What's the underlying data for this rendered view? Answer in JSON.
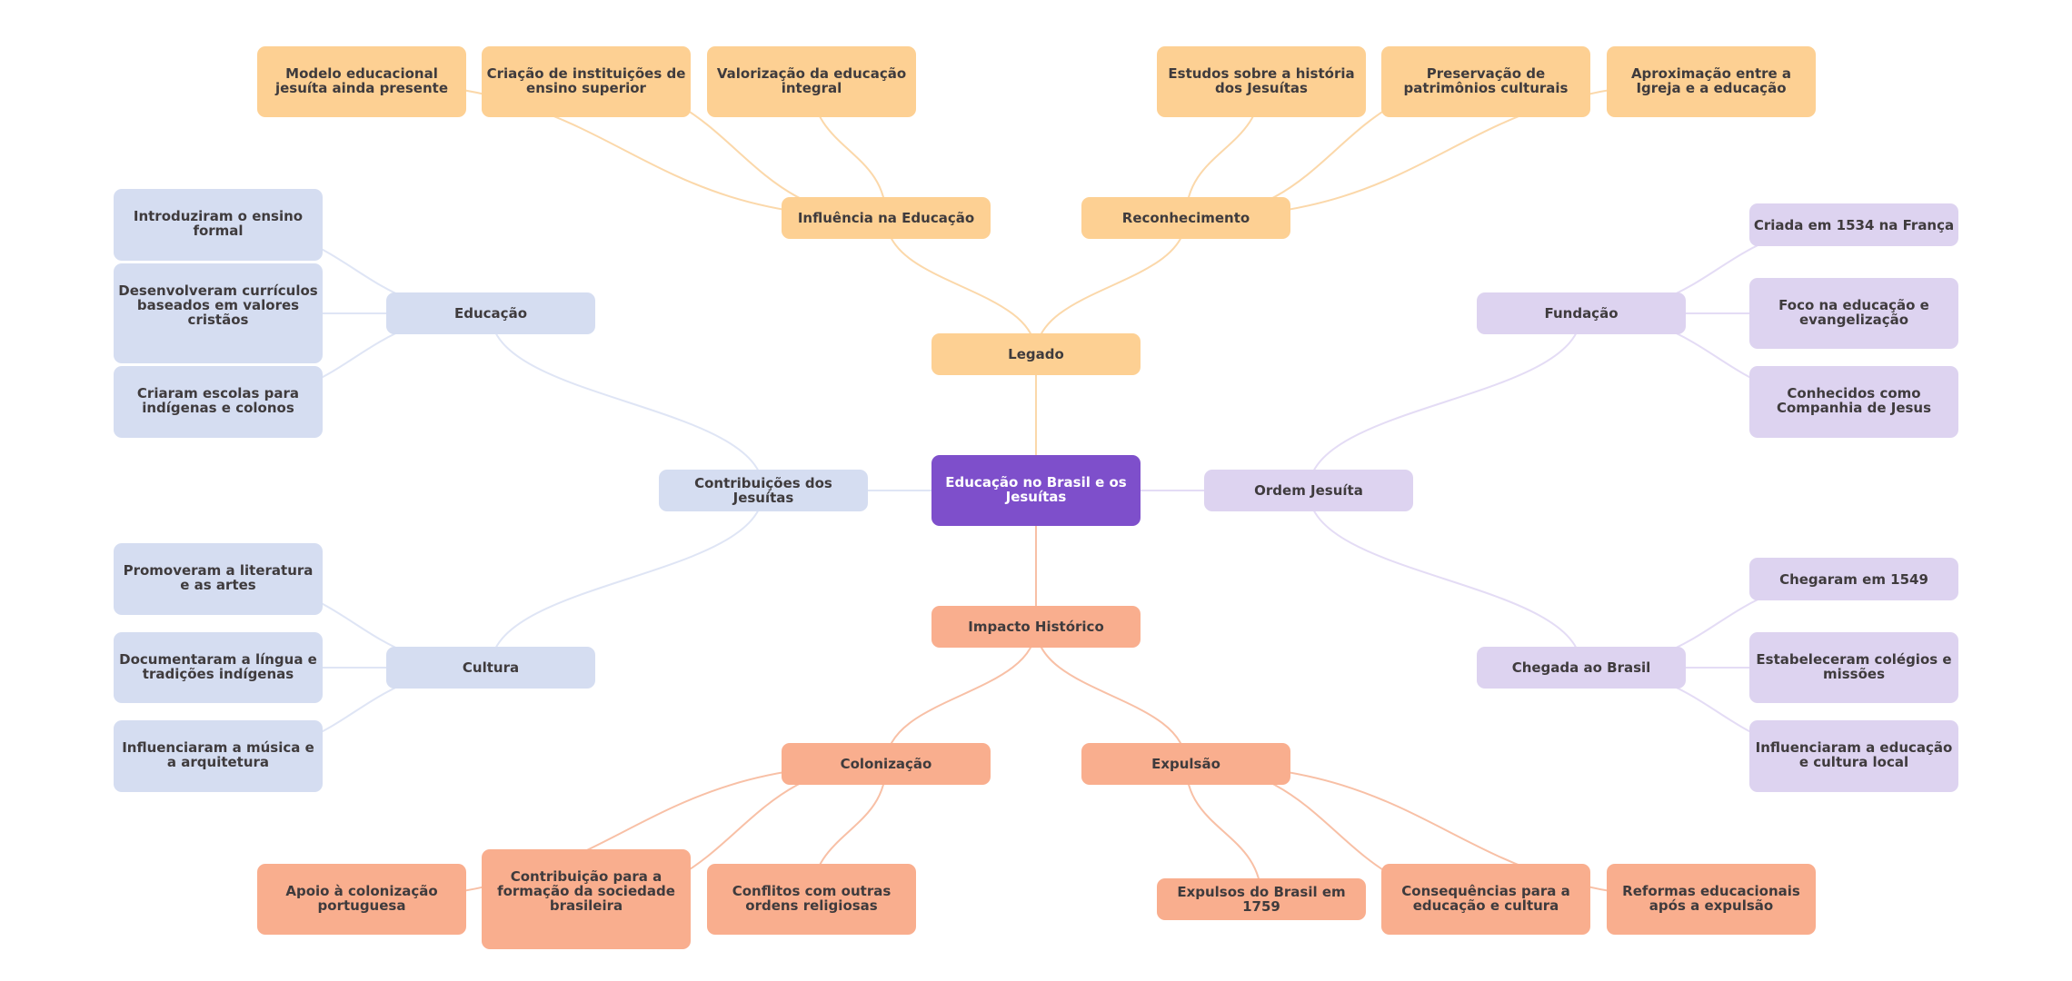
{
  "title": "Educação no Brasil e os Jesuítas",
  "colors": {
    "root": "#7e4fcb",
    "legado": "#fdd093",
    "impacto": "#f9ae8e",
    "contribuicoes": "#d5ddf1",
    "ordem": "#ddd3f0",
    "edge_legado": "#fbd8aa",
    "edge_impacto": "#f8c0a6",
    "edge_contribuicoes": "#dfe5f5",
    "edge_ordem": "#e4dcf5"
  },
  "nodes": {
    "root": "Educação no Brasil e os Jesuítas",
    "legado": "Legado",
    "influencia": "Influência na Educação",
    "modelo": "Modelo educacional jesuíta ainda presente",
    "criacao": "Criação de instituições de ensino superior",
    "valorizacao": "Valorização da educação integral",
    "reconhecimento": "Reconhecimento",
    "estudos": "Estudos sobre a história dos Jesuítas",
    "preservacao": "Preservação de patrimônios culturais",
    "aproximacao": "Aproximação entre a Igreja e a educação",
    "contribuicoes": "Contribuições dos Jesuítas",
    "educacao": "Educação",
    "introduziram": "Introduziram o ensino formal",
    "desenvolveram": "Desenvolveram currículos baseados em valores cristãos",
    "criaram": "Criaram escolas para indígenas e colonos",
    "cultura": "Cultura",
    "promoveram": "Promoveram a literatura e as artes",
    "documentaram": "Documentaram a língua e tradições indígenas",
    "influenciaram_musica": "Influenciaram a música e a arquitetura",
    "ordem": "Ordem Jesuíta",
    "fundacao": "Fundação",
    "criada": "Criada em 1534 na França",
    "foco": "Foco na educação e evangelização",
    "conhecidos": "Conhecidos como Companhia de Jesus",
    "chegada": "Chegada ao Brasil",
    "chegaram": "Chegaram em 1549",
    "estabeleceram": "Estabeleceram colégios e missões",
    "influenciaram_educacao": "Influenciaram a educação e cultura local",
    "impacto": "Impacto Histórico",
    "colonizacao": "Colonização",
    "apoio": "Apoio à colonização portuguesa",
    "contribuicao": "Contribuição para a formação da sociedade brasileira",
    "conflitos": "Conflitos com outras ordens religiosas",
    "expulsao": "Expulsão",
    "expulsos": "Expulsos do Brasil em 1759",
    "consequencias": "Consequências para a educação e cultura",
    "reformas": "Reformas educacionais após a expulsão"
  },
  "edges": [
    [
      "root",
      "legado",
      "legado"
    ],
    [
      "legado",
      "influencia",
      "legado"
    ],
    [
      "legado",
      "reconhecimento",
      "legado"
    ],
    [
      "influencia",
      "modelo",
      "legado"
    ],
    [
      "influencia",
      "criacao",
      "legado"
    ],
    [
      "influencia",
      "valorizacao",
      "legado"
    ],
    [
      "reconhecimento",
      "estudos",
      "legado"
    ],
    [
      "reconhecimento",
      "preservacao",
      "legado"
    ],
    [
      "reconhecimento",
      "aproximacao",
      "legado"
    ],
    [
      "root",
      "contribuicoes",
      "contribuicoes"
    ],
    [
      "contribuicoes",
      "educacao",
      "contribuicoes"
    ],
    [
      "contribuicoes",
      "cultura",
      "contribuicoes"
    ],
    [
      "educacao",
      "introduziram",
      "contribuicoes"
    ],
    [
      "educacao",
      "desenvolveram",
      "contribuicoes"
    ],
    [
      "educacao",
      "criaram",
      "contribuicoes"
    ],
    [
      "cultura",
      "promoveram",
      "contribuicoes"
    ],
    [
      "cultura",
      "documentaram",
      "contribuicoes"
    ],
    [
      "cultura",
      "influenciaram_musica",
      "contribuicoes"
    ],
    [
      "root",
      "ordem",
      "ordem"
    ],
    [
      "ordem",
      "fundacao",
      "ordem"
    ],
    [
      "ordem",
      "chegada",
      "ordem"
    ],
    [
      "fundacao",
      "criada",
      "ordem"
    ],
    [
      "fundacao",
      "foco",
      "ordem"
    ],
    [
      "fundacao",
      "conhecidos",
      "ordem"
    ],
    [
      "chegada",
      "chegaram",
      "ordem"
    ],
    [
      "chegada",
      "estabeleceram",
      "ordem"
    ],
    [
      "chegada",
      "influenciaram_educacao",
      "ordem"
    ],
    [
      "root",
      "impacto",
      "impacto"
    ],
    [
      "impacto",
      "colonizacao",
      "impacto"
    ],
    [
      "impacto",
      "expulsao",
      "impacto"
    ],
    [
      "colonizacao",
      "apoio",
      "impacto"
    ],
    [
      "colonizacao",
      "contribuicao",
      "impacto"
    ],
    [
      "colonizacao",
      "conflitos",
      "impacto"
    ],
    [
      "expulsao",
      "expulsos",
      "impacto"
    ],
    [
      "expulsao",
      "consequencias",
      "impacto"
    ],
    [
      "expulsao",
      "reformas",
      "impacto"
    ]
  ]
}
